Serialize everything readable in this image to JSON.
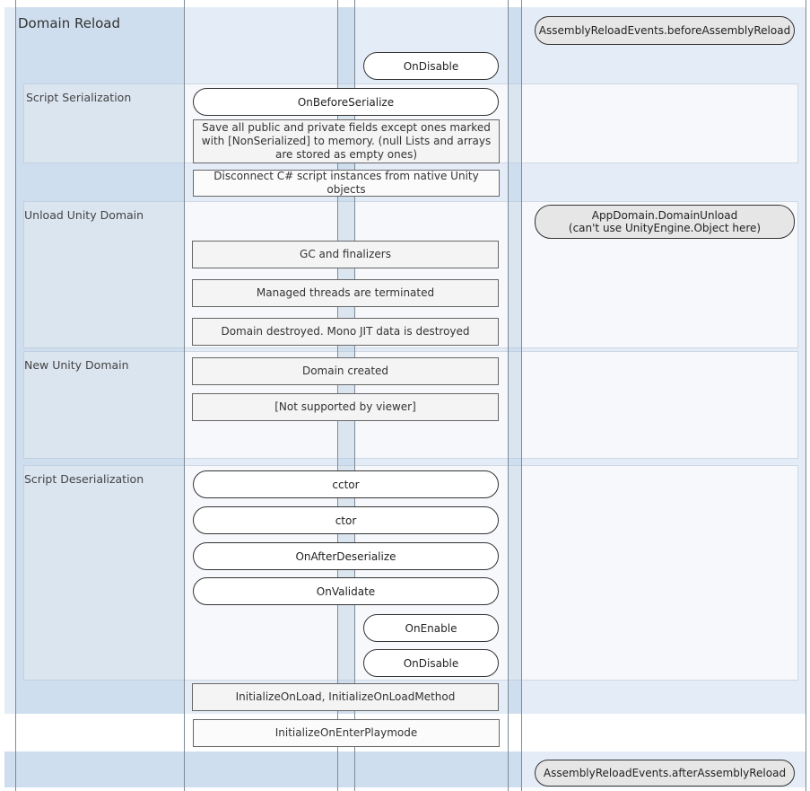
{
  "domain_reload": {
    "title": "Domain Reload"
  },
  "events": {
    "before_assembly_reload": "AssemblyReloadEvents.beforeAssemblyReload",
    "after_assembly_reload": "AssemblyReloadEvents.afterAssemblyReload",
    "on_disable_top": "OnDisable",
    "domain_unload_line1": "AppDomain.DomainUnload",
    "domain_unload_line2": "(can't use UnityEngine.Object here)"
  },
  "script_serialization": {
    "label": "Script Serialization",
    "on_before_serialize": "OnBeforeSerialize",
    "save_fields": "Save all public and private fields except ones marked with [NonSerialized] to memory. (null Lists and arrays are stored as empty ones)",
    "disconnect": "Disconnect C# script instances from native Unity objects"
  },
  "unload_unity_domain": {
    "label": "Unload Unity Domain",
    "gc": "GC and finalizers",
    "threads": "Managed threads are terminated",
    "destroyed": "Domain destroyed. Mono JIT data is destroyed"
  },
  "new_unity_domain": {
    "label": "New Unity Domain",
    "created": "Domain created",
    "not_supported": "[Not supported by viewer]"
  },
  "script_deserialization": {
    "label": "Script Deserialization",
    "cctor": "cctor",
    "ctor": "ctor",
    "on_after_deserialize": "OnAfterDeserialize",
    "on_validate": "OnValidate",
    "on_enable": "OnEnable",
    "on_disable": "OnDisable"
  },
  "initialize_on_load": "InitializeOnLoad, InitializeOnLoadMethod",
  "initialize_on_enter_playmode": "InitializeOnEnterPlaymode",
  "colors": {
    "outer_band": "#e4edf7",
    "inner_band": "#f6f8fb",
    "line": "#7d8a96",
    "pill_border": "#333333",
    "pill_grey": "#e6e6e6"
  }
}
